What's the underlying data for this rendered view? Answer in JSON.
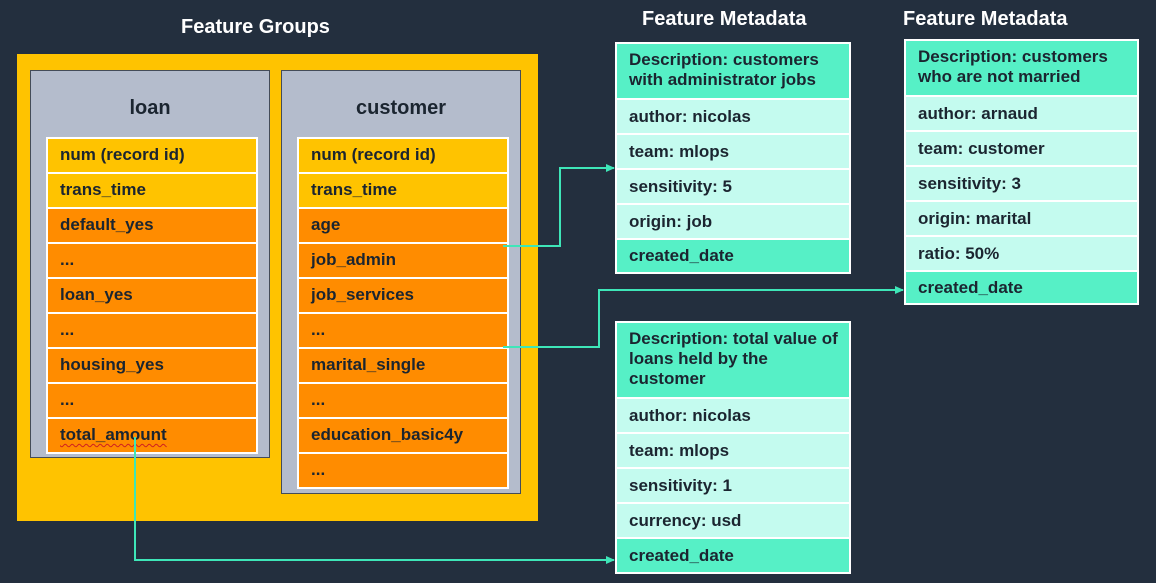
{
  "feature_groups_title": "Feature Groups",
  "groups": [
    {
      "name": "loan",
      "rows": [
        {
          "label": "num (record id)",
          "kind": "key"
        },
        {
          "label": "trans_time",
          "kind": "key"
        },
        {
          "label": "default_yes",
          "kind": "feat"
        },
        {
          "label": "...",
          "kind": "feat"
        },
        {
          "label": "loan_yes",
          "kind": "feat"
        },
        {
          "label": "...",
          "kind": "feat"
        },
        {
          "label": "housing_yes",
          "kind": "feat"
        },
        {
          "label": "...",
          "kind": "feat"
        },
        {
          "label": "total_amount",
          "kind": "feat"
        }
      ]
    },
    {
      "name": "customer",
      "rows": [
        {
          "label": "num (record id)",
          "kind": "key"
        },
        {
          "label": "trans_time",
          "kind": "key"
        },
        {
          "label": "age",
          "kind": "feat"
        },
        {
          "label": "job_admin",
          "kind": "feat"
        },
        {
          "label": "job_services",
          "kind": "feat"
        },
        {
          "label": "...",
          "kind": "feat"
        },
        {
          "label": "marital_single",
          "kind": "feat"
        },
        {
          "label": "...",
          "kind": "feat"
        },
        {
          "label": "education_basic4y",
          "kind": "feat"
        },
        {
          "label": "...",
          "kind": "feat"
        }
      ]
    }
  ],
  "metadata_title_1": "Feature Metadata",
  "metadata_title_2": "Feature Metadata",
  "metadata_cards": [
    {
      "id": "job-admin",
      "description": "Description: customers with administrator jobs",
      "fields": [
        "author: nicolas",
        "team: mlops",
        "sensitivity: 5",
        "origin: job",
        "created_date"
      ]
    },
    {
      "id": "marital-single",
      "description": "Description: customers who are not married",
      "fields": [
        "author: arnaud",
        "team: customer",
        "sensitivity: 3",
        "origin: marital",
        "ratio: 50%",
        "created_date"
      ]
    },
    {
      "id": "total-amount",
      "description": "Description: total value of loans held by the customer",
      "fields": [
        "author: nicolas",
        "team: mlops",
        "sensitivity: 1",
        "currency: usd",
        "created_date"
      ]
    }
  ],
  "colors": {
    "background": "#232f3e",
    "group_container": "#ffc300",
    "group_panel": "#b4bccc",
    "key_row": "#ffc300",
    "feature_row": "#ff8c00",
    "metadata_highlight": "#56f0c6",
    "metadata_body": "#c4fbef",
    "connector": "#3ee6b8"
  }
}
